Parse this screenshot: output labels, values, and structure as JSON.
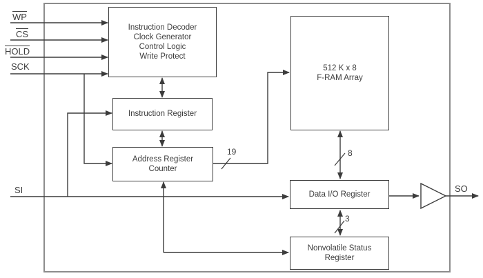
{
  "diagram": {
    "blocks": {
      "decoder": {
        "lines": [
          "Instruction Decoder",
          "Clock Generator",
          "Control Logic",
          "Write Protect"
        ]
      },
      "instruction_register": {
        "label": "Instruction Register"
      },
      "address_register": {
        "line1": "Address Register",
        "line2": "Counter"
      },
      "fram_array": {
        "line1": "512 K x 8",
        "line2": "F-RAM Array"
      },
      "data_io_register": {
        "label": "Data I/O Register"
      },
      "status_register": {
        "line1": "Nonvolatile Status",
        "line2": "Register"
      }
    },
    "signals": {
      "wp": "WP",
      "cs": "CS",
      "hold": "HOLD",
      "sck": "SCK",
      "si": "SI",
      "so": "SO"
    },
    "bus_widths": {
      "address": "19",
      "data": "8",
      "status": "3"
    },
    "colors": {
      "line": "#3c3c3c",
      "text": "#3c3c3c",
      "outer_border": "#8c8c8c",
      "background": "#ffffff"
    }
  }
}
